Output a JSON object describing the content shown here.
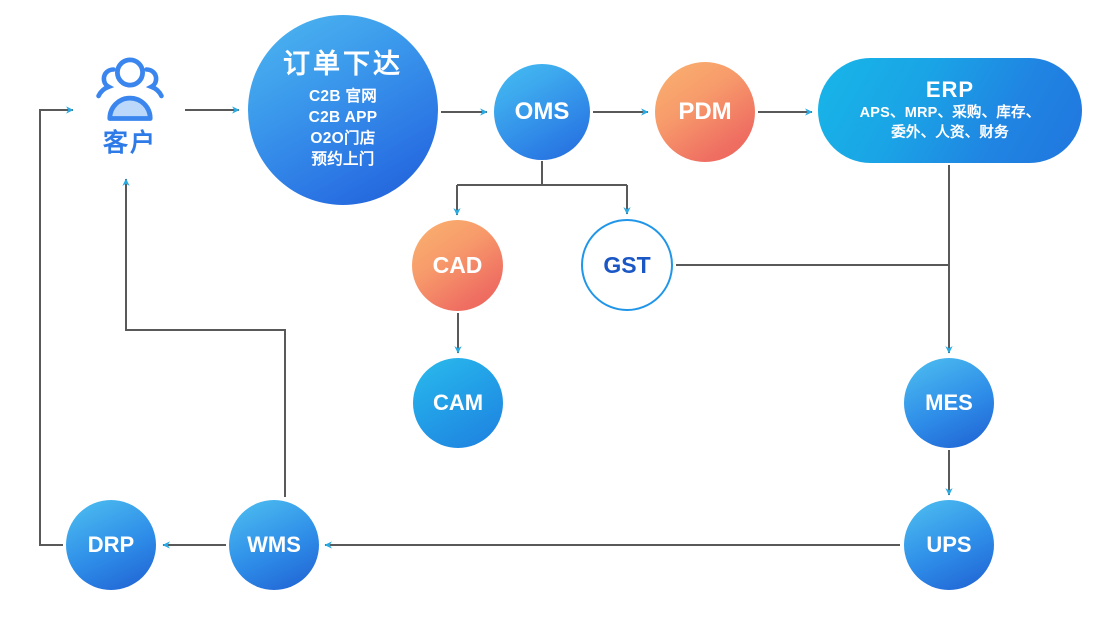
{
  "diagram": {
    "title": "",
    "background": "#ffffff",
    "line_color": "#595959",
    "arrow_color": "#29AAE2",
    "accent_blue": "#2E7BE8",
    "accent_orange": "#EF7062",
    "accent_cyan": "#17B6E8"
  },
  "nodes": {
    "customer": {
      "label": "客户",
      "icon": "people-group-icon"
    },
    "order": {
      "title": "订单下达",
      "items": [
        "C2B 官网",
        "C2B APP",
        "O2O门店",
        "预约上门"
      ],
      "items_text": "C2B 官网\nC2B APP\nO2O门店\n预约上门"
    },
    "oms": {
      "label": "OMS"
    },
    "pdm": {
      "label": "PDM"
    },
    "erp": {
      "title": "ERP",
      "line1": "APS、MRP、采购、库存、",
      "line2": "委外、人资、财务"
    },
    "cad": {
      "label": "CAD"
    },
    "gst": {
      "label": "GST"
    },
    "cam": {
      "label": "CAM"
    },
    "mes": {
      "label": "MES"
    },
    "ups": {
      "label": "UPS"
    },
    "wms": {
      "label": "WMS"
    },
    "drp": {
      "label": "DRP"
    }
  },
  "edges": [
    {
      "from": "drp-return",
      "to": "customer",
      "kind": "arrow"
    },
    {
      "from": "customer",
      "to": "order",
      "kind": "arrow"
    },
    {
      "from": "order",
      "to": "oms",
      "kind": "arrow"
    },
    {
      "from": "oms",
      "to": "pdm",
      "kind": "arrow"
    },
    {
      "from": "pdm",
      "to": "erp",
      "kind": "arrow"
    },
    {
      "from": "oms",
      "to": "cad",
      "kind": "arrow"
    },
    {
      "from": "oms",
      "to": "gst",
      "kind": "arrow"
    },
    {
      "from": "cad",
      "to": "cam",
      "kind": "arrow"
    },
    {
      "from": "gst",
      "to": "erp-mes-trunk",
      "kind": "line"
    },
    {
      "from": "erp",
      "to": "mes",
      "kind": "arrow"
    },
    {
      "from": "mes",
      "to": "ups",
      "kind": "arrow"
    },
    {
      "from": "ups",
      "to": "wms",
      "kind": "arrow"
    },
    {
      "from": "wms",
      "to": "drp",
      "kind": "arrow"
    },
    {
      "from": "wms",
      "to": "customer",
      "kind": "arrow"
    }
  ]
}
